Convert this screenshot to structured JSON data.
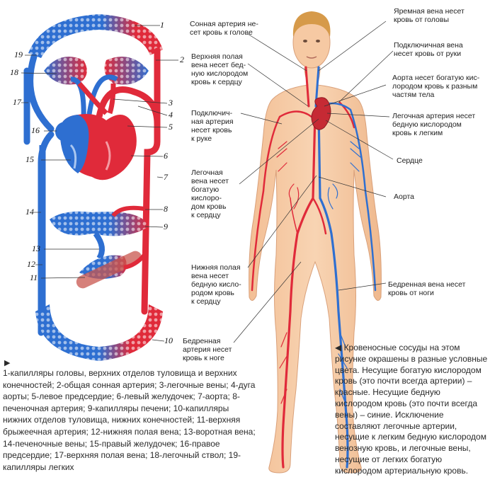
{
  "numbers": [
    "1",
    "2",
    "3",
    "4",
    "5",
    "6",
    "7",
    "8",
    "9",
    "10",
    "11",
    "12",
    "13",
    "14",
    "15",
    "16",
    "17",
    "18",
    "19"
  ],
  "labels": {
    "carotid_artery": "Сонная артерия не-\nсет кровь к голове",
    "superior_vena_cava": "Верхняя полая\nвена несет бед-\nную кислородом\nкровь к сердцу",
    "subclavian_artery": "Подключич-\nная артерия\nнесет кровь\nк руке",
    "pulmonary_vein": "Легочная\nвена несет\nбогатую\nкислоро-\nдом кровь\nк сердцу",
    "inferior_vena_cava": "Нижняя полая\nвена несет\nбедную кисло-\nродом кровь\nк сердцу",
    "femoral_artery": "Бедренная\nартерия несет\nкровь к ноге",
    "jugular_vein": "Яремная вена несет\nкровь от головы",
    "subclavian_vein": "Подключичная вена\nнесет кровь от руки",
    "aorta_rich": "Аорта несет богатую кис-\nлородом кровь к разным\nчастям тела",
    "pulmonary_artery": "Легочная артерия несет\nбедную кислородом\nкровь к легким",
    "heart": "Сердце",
    "aorta": "Аорта",
    "femoral_vein": "Бедренная вена несет\nкровь от ноги"
  },
  "legend": {
    "marker": "▶",
    "text": "1-капилляры головы, верхних отделов туловища и верхних конечностей; 2-общая сонная артерия; 3-легочные вены; 4-дуга аорты; 5-левое предсердие; 6-левый желудочек; 7-аорта; 8-печеночная артерия; 9-капилляры печени; 10-капилляры нижних отделов туловища, нижних конечностей; 11-верхняя брыжеечная артерия; 12-нижняя полая вена; 13-воротная вена; 14-печеночные вены; 15-правый желудочек; 16-правое предсердие; 17-верхняя полая вена; 18-легочный ствол; 19-капилляры легких"
  },
  "caption": {
    "text": "◀ Кровеносные сосуды на этом рисунке окрашены в разные условные цвета. Несущие богатую кислородом кровь (это почти всегда артерии) – красные. Несущие бедную кислородом кровь (это почти всегда вены) – синие. Исключение составляют легочные артерии, несущие к легким бедную кислородом венозную кровь, и легочные вены, несущие от легких богатую кислородом артериальную кровь."
  },
  "colors": {
    "arterial": "#e02a3a",
    "venous": "#2e6fd1",
    "skin": "#f6c9a3",
    "hair": "#d69a4a"
  }
}
